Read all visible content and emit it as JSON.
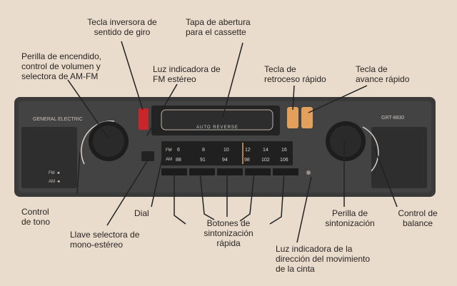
{
  "labels": {
    "reverse_key": "Tecla inversora de\nsentido de giro",
    "cassette_door": "Tapa de abertura\npara  el cassette",
    "power_volume": "Perilla de encendido,\ncontrol de volumen y\nselectora de AM-FM",
    "fm_stereo_light": "Luz indicadora de\nFM estéreo",
    "rewind_key": "Tecla de\nretroceso rápido",
    "fast_forward_key": "Tecla de\navance rápido",
    "tone_control": "Control\nde tono",
    "dial": "Dial",
    "mono_stereo_switch": "Llave selectora de\nmono-estéreo",
    "preset_buttons": "Botones de\nsintonización\nrápida",
    "tuning_knob": "Perilla de\nsintonización",
    "balance_control": "Control de\nbalance",
    "tape_direction_light": "Luz indicadora de la\ndirección del movimiento\nde la cinta"
  },
  "device": {
    "brand": "GENERAL ELECTRIC",
    "model": "GRT-8830",
    "cassette_window_text": "AUTO  REVERSE",
    "fm_label": "FM",
    "am_label": "AM",
    "dial_fm_band": "FM",
    "dial_am_band": "AM",
    "fm_scale": [
      "6",
      "8",
      "10",
      "12",
      "14",
      "16"
    ],
    "am_scale": [
      "88",
      "91",
      "94",
      "98",
      "102",
      "106"
    ],
    "left_small_labels": [
      "FM ◄",
      "AM ◄"
    ]
  },
  "colors": {
    "background": "#e9dccd",
    "panel": "#3b3a3b",
    "red_key": "#c8262b",
    "orange_key": "#e2a05c",
    "dial_orange": "#e9a04c"
  }
}
